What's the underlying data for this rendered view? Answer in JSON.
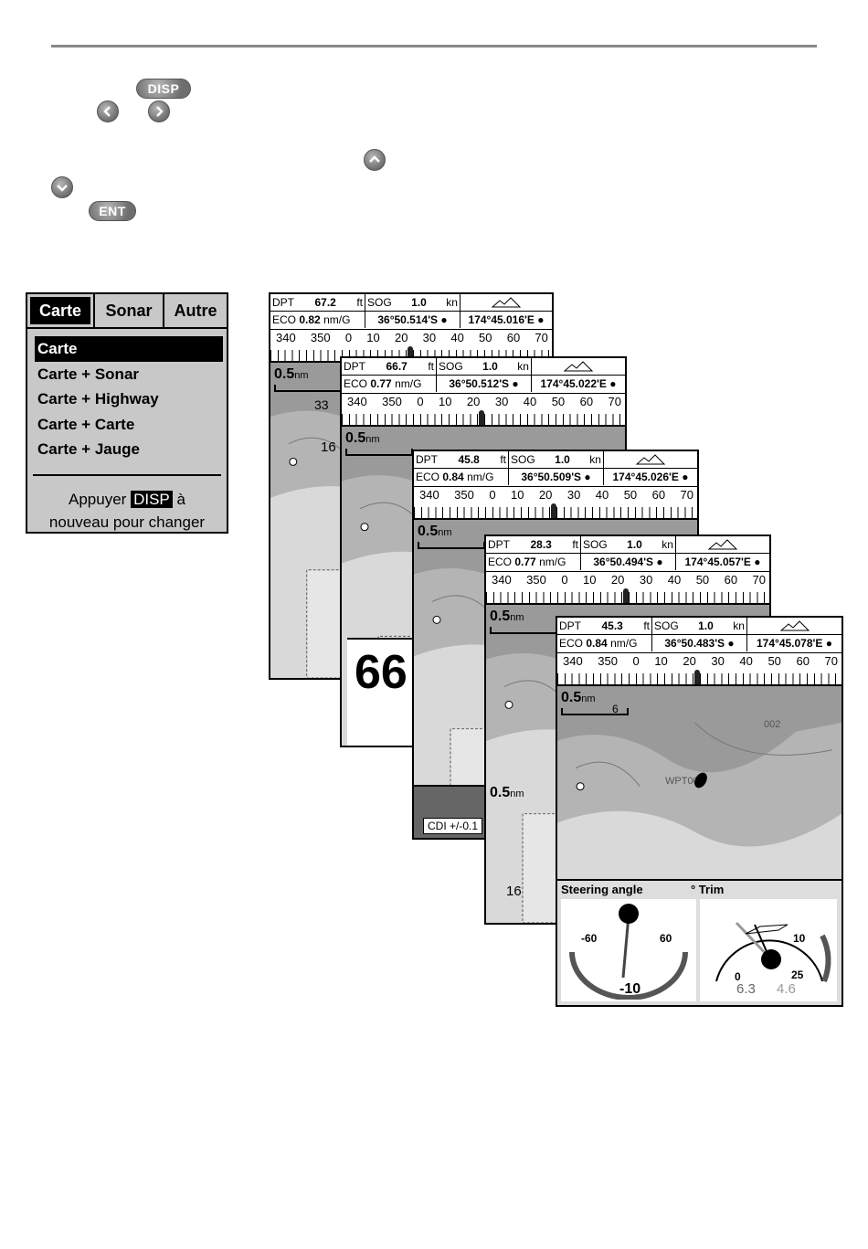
{
  "keys": {
    "disp": "DISP",
    "ent": "ENT"
  },
  "menu": {
    "tabs": [
      "Carte",
      "Sonar",
      "Autre"
    ],
    "items": [
      "Carte",
      "Carte + Sonar",
      "Carte + Highway",
      "Carte + Carte",
      "Carte + Jauge"
    ],
    "hint_pre": "Appuyer",
    "hint_key": "DISP",
    "hint_post": "à",
    "hint_line2": "nouveau pour changer"
  },
  "screens": [
    {
      "dpt": "67.2",
      "eco": "0.82",
      "lat": "36°50.514'S",
      "lon": "174°45.016'E"
    },
    {
      "dpt": "66.7",
      "eco": "0.77",
      "lat": "36°50.512'S",
      "lon": "174°45.022'E"
    },
    {
      "dpt": "45.8",
      "eco": "0.84",
      "lat": "36°50.509'S",
      "lon": "174°45.026'E"
    },
    {
      "dpt": "28.3",
      "eco": "0.77",
      "lat": "36°50.494'S",
      "lon": "174°45.057'E"
    },
    {
      "dpt": "45.3",
      "eco": "0.84",
      "lat": "36°50.483'S",
      "lon": "174°45.078'E"
    }
  ],
  "common": {
    "dpt_label": "DPT",
    "ft": "ft",
    "sog_label": "SOG",
    "sog": "1.0",
    "kn": "kn",
    "eco_label": "ECO",
    "eco_unit": "nm/G",
    "compass": [
      "340",
      "350",
      "0",
      "10",
      "20",
      "30",
      "40",
      "50",
      "60",
      "70"
    ],
    "scale": "0.5",
    "scale_unit": "nm"
  },
  "map_labels": {
    "s1a": "33",
    "s1b": "16",
    "s4": "16",
    "s5a": "6",
    "s5b": "WPT001",
    "s5c": "002"
  },
  "screen2": {
    "big": "66"
  },
  "screen3": {
    "cdi": "CDI +/-0.1"
  },
  "gauge": {
    "steer_label": "Steering angle",
    "trim_label": "° Trim",
    "steer_min": "-60",
    "steer_max": "60",
    "steer_val": "-10",
    "trim_a": "10",
    "trim_b": "0",
    "trim_c": "25",
    "trim_v1": "6.3",
    "trim_v2": "4.6"
  }
}
